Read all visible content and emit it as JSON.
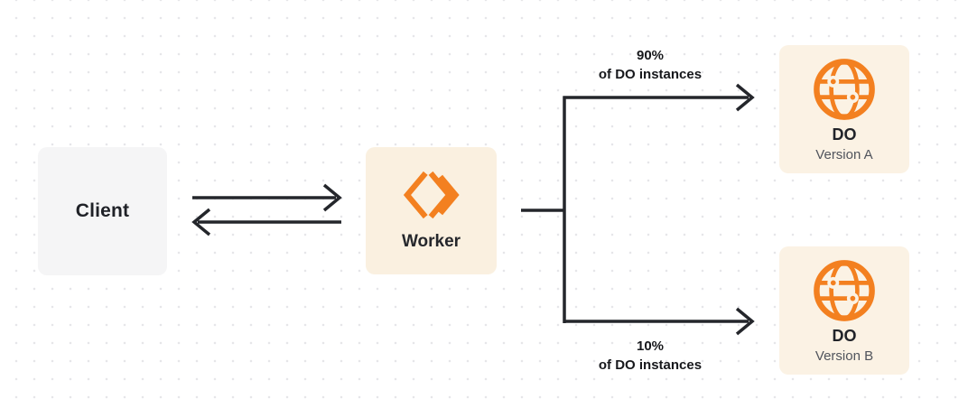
{
  "nodes": {
    "client": {
      "label": "Client"
    },
    "worker": {
      "label": "Worker"
    },
    "do_a": {
      "title": "DO",
      "subtitle": "Version A"
    },
    "do_b": {
      "title": "DO",
      "subtitle": "Version B"
    }
  },
  "edges": {
    "to_version_a": {
      "pct": "90%",
      "caption": "of DO instances"
    },
    "to_version_b": {
      "pct": "10%",
      "caption": "of DO instances"
    }
  },
  "icons": {
    "worker_icon": "workers-brackets-icon",
    "do_icon": "globe-icon"
  },
  "colors": {
    "accent_orange": "#f38020",
    "worker_bg": "#faf0e0",
    "do_bg": "#fbf2e4",
    "client_bg": "#f5f5f6",
    "connector": "#24262b",
    "dot_grid": "#e6e6e9",
    "text_dark": "#1f2127",
    "text_gray": "#50545c"
  }
}
